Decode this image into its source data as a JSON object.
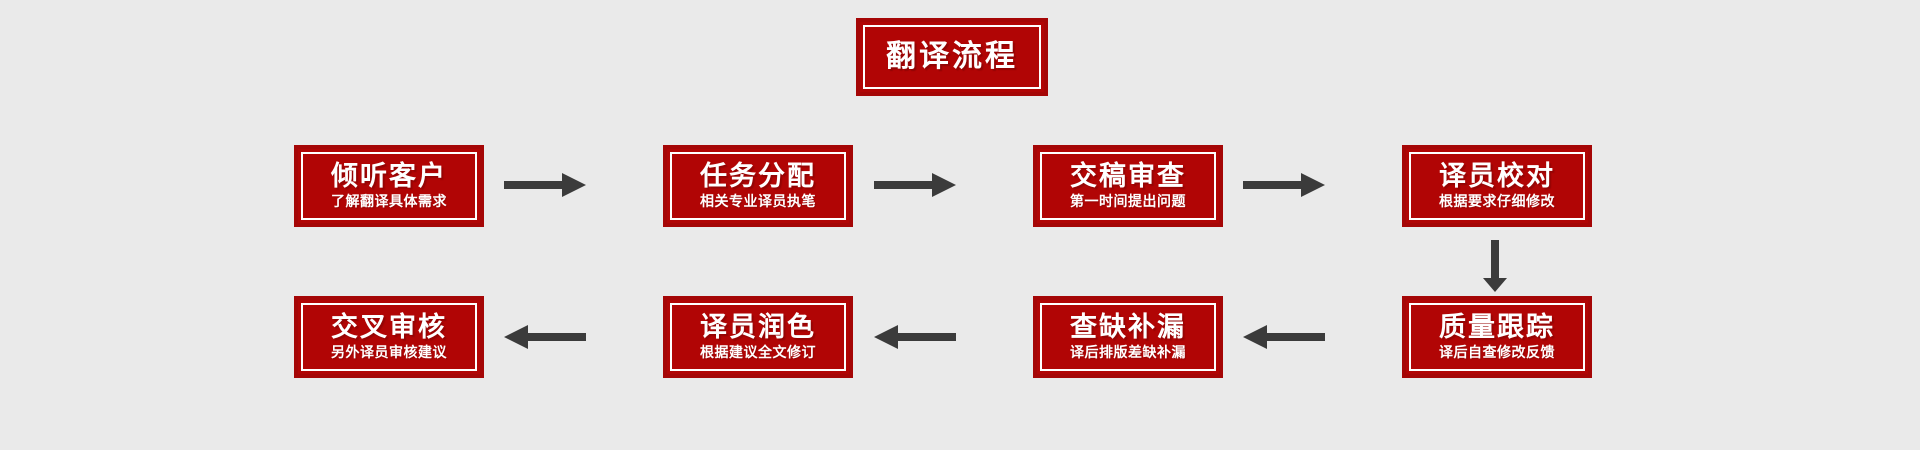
{
  "diagram": {
    "title_box": {
      "label": "翻译流程"
    },
    "colors": {
      "background": "#eaeaea",
      "box_fill": "#b10505",
      "box_border": "#a50606",
      "inner_border": "#ffffff",
      "text": "#ffffff",
      "arrow": "#3b3b3b"
    },
    "nodes": [
      {
        "id": "step-1",
        "title": "倾听客户",
        "subtitle": "了解翻译具体需求"
      },
      {
        "id": "step-2",
        "title": "任务分配",
        "subtitle": "相关专业译员执笔"
      },
      {
        "id": "step-3",
        "title": "交稿审查",
        "subtitle": "第一时间提出问题"
      },
      {
        "id": "step-4",
        "title": "译员校对",
        "subtitle": "根据要求仔细修改"
      },
      {
        "id": "step-5",
        "title": "质量跟踪",
        "subtitle": "译后自查修改反馈"
      },
      {
        "id": "step-6",
        "title": "查缺补漏",
        "subtitle": "译后排版差缺补漏"
      },
      {
        "id": "step-7",
        "title": "译员润色",
        "subtitle": "根据建议全文修订"
      },
      {
        "id": "step-8",
        "title": "交叉审核",
        "subtitle": "另外译员审核建议"
      }
    ],
    "connectors": [
      {
        "id": "arrow-1-2",
        "direction": "right"
      },
      {
        "id": "arrow-2-3",
        "direction": "right"
      },
      {
        "id": "arrow-3-4",
        "direction": "right"
      },
      {
        "id": "arrow-4-5",
        "direction": "down"
      },
      {
        "id": "arrow-5-6",
        "direction": "left"
      },
      {
        "id": "arrow-6-7",
        "direction": "left"
      },
      {
        "id": "arrow-7-8",
        "direction": "left"
      }
    ]
  }
}
